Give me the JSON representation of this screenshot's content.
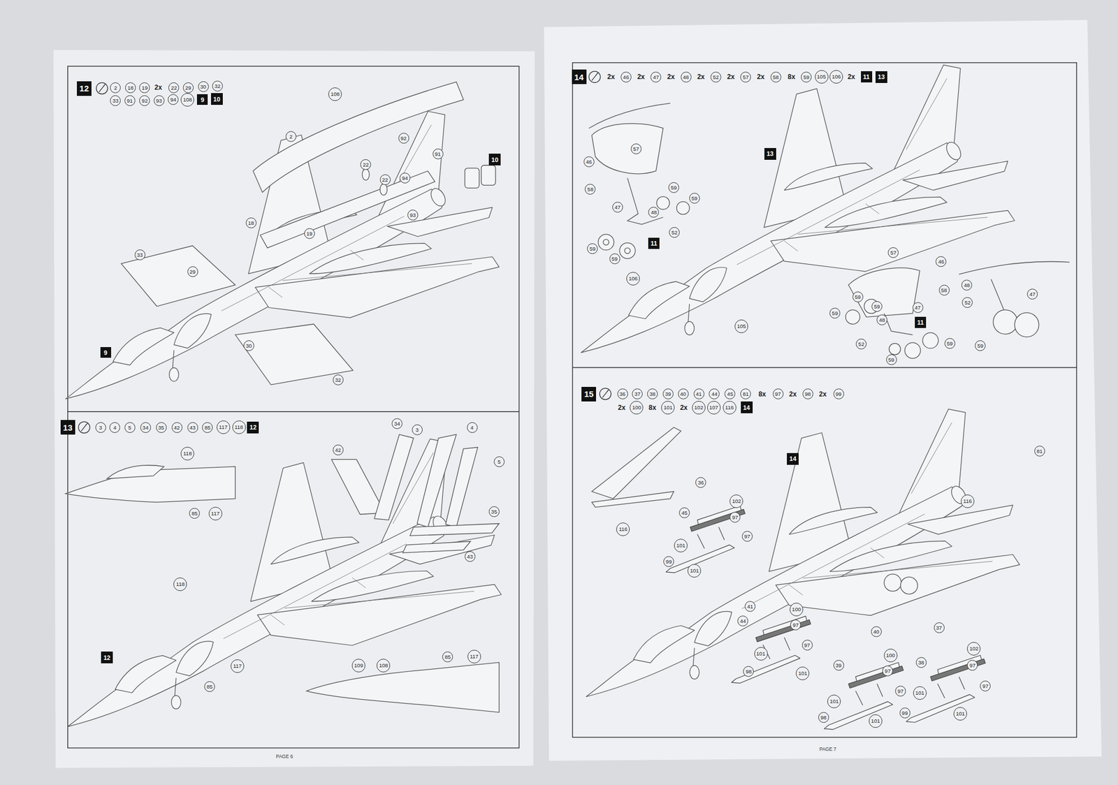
{
  "diagram": {
    "nodes": [
      {
        "text": [
          "12"
        ]
      },
      {
        "text": [
          "9"
        ]
      },
      {
        "text": [
          "10"
        ]
      },
      {
        "text": [
          "10"
        ]
      },
      {
        "text": [
          "9"
        ]
      },
      {
        "text": [
          "13"
        ]
      },
      {
        "text": [
          "12"
        ]
      },
      {
        "text": [
          "12"
        ]
      },
      {
        "text": [
          "14"
        ]
      },
      {
        "text": [
          "11"
        ]
      },
      {
        "text": [
          "13"
        ]
      },
      {
        "text": [
          "13"
        ]
      },
      {
        "text": [
          "11"
        ]
      },
      {
        "text": [
          "11"
        ]
      },
      {
        "text": [
          "15"
        ]
      },
      {
        "text": [
          "14"
        ]
      },
      {
        "text": [
          "14"
        ]
      }
    ],
    "labels": [
      "2",
      "18",
      "19",
      "2x",
      "22",
      "29",
      "30",
      "32",
      "33",
      "91",
      "92",
      "93",
      "94",
      "108",
      "108",
      "2",
      "92",
      "91",
      "22",
      "22",
      "94",
      "93",
      "18",
      "19",
      "33",
      "29",
      "30",
      "32",
      "3",
      "4",
      "5",
      "34",
      "35",
      "42",
      "43",
      "85",
      "117",
      "118",
      "118",
      "85",
      "117",
      "34",
      "3",
      "4",
      "5",
      "42",
      "35",
      "43",
      "118",
      "117",
      "85",
      "109",
      "108",
      "85",
      "117",
      "2x",
      "46",
      "2x",
      "47",
      "2x",
      "48",
      "2x",
      "52",
      "2x",
      "57",
      "2x",
      "58",
      "8x",
      "59",
      "105",
      "106",
      "2x",
      "57",
      "46",
      "58",
      "59",
      "59",
      "47",
      "48",
      "52",
      "59",
      "59",
      "106",
      "105",
      "57",
      "46",
      "58",
      "59",
      "59",
      "59",
      "47",
      "48",
      "52",
      "59",
      "59",
      "48",
      "47",
      "52",
      "59",
      "36",
      "37",
      "38",
      "39",
      "40",
      "41",
      "44",
      "45",
      "81",
      "8x",
      "97",
      "2x",
      "98",
      "2x",
      "99",
      "2x",
      "100",
      "8x",
      "101",
      "2x",
      "102",
      "107",
      "116",
      "81",
      "116",
      "116",
      "36",
      "45",
      "102",
      "97",
      "97",
      "101",
      "99",
      "101",
      "41",
      "100",
      "44",
      "97",
      "97",
      "101",
      "98",
      "101",
      "40",
      "100",
      "39",
      "97",
      "97",
      "101",
      "98",
      "101",
      "37",
      "102",
      "38",
      "97",
      "97",
      "101",
      "99",
      "101",
      "PAGE 6",
      "PAGE 7"
    ]
  }
}
